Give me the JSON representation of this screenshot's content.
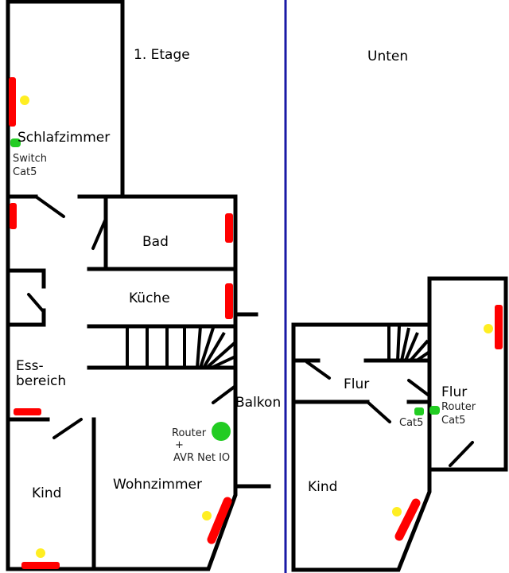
{
  "headings": {
    "upper": "1. Etage",
    "lower": "Unten"
  },
  "rooms": {
    "schlafzimmer": "Schlafzimmer",
    "bad": "Bad",
    "kueche": "Küche",
    "essbereich_1": "Ess-",
    "essbereich_2": "bereich",
    "balkon": "Balkon",
    "wohnzimmer": "Wohnzimmer",
    "kind_upper": "Kind",
    "flur_left": "Flur",
    "flur_right": "Flur",
    "kind_lower": "Kind"
  },
  "annotations": {
    "switch_1": "Switch",
    "switch_2": "Cat5",
    "router_upper_1": "Router",
    "router_upper_2": "+",
    "router_upper_3": "AVR Net IO",
    "cat5_lower": "Cat5",
    "router_lower_1": "Router",
    "router_lower_2": "Cat5"
  },
  "colors": {
    "heater": "#ff0000",
    "lamp": "#ffee22",
    "network_point": "#22cc22",
    "wall": "#000000",
    "divider": "#1a1aa6"
  }
}
